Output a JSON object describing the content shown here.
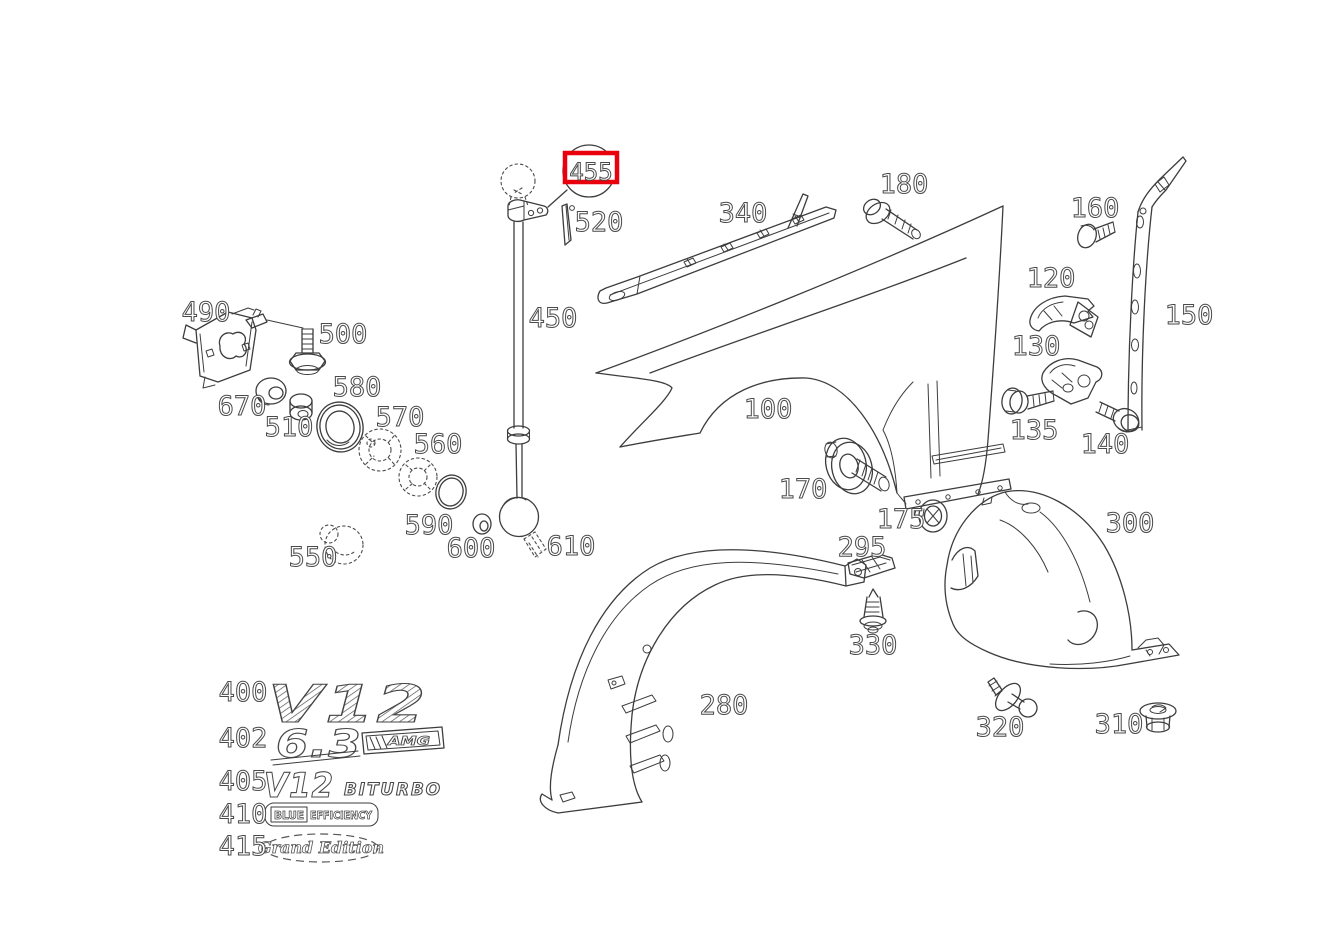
{
  "diagram": {
    "kind": "exploded-parts-diagram",
    "background_color": "#ffffff",
    "line_color": "#3d3d3d",
    "highlight_color": "#e8000d",
    "highlighted_part_label": "455"
  },
  "parts": [
    {
      "label": "455",
      "highlighted": true
    },
    {
      "label": "520"
    },
    {
      "label": "450"
    },
    {
      "label": "340"
    },
    {
      "label": "180"
    },
    {
      "label": "100"
    },
    {
      "label": "170"
    },
    {
      "label": "175"
    },
    {
      "label": "295"
    },
    {
      "label": "330"
    },
    {
      "label": "160"
    },
    {
      "label": "120"
    },
    {
      "label": "130"
    },
    {
      "label": "135"
    },
    {
      "label": "140"
    },
    {
      "label": "150"
    },
    {
      "label": "490"
    },
    {
      "label": "500"
    },
    {
      "label": "670"
    },
    {
      "label": "510"
    },
    {
      "label": "580"
    },
    {
      "label": "570"
    },
    {
      "label": "560"
    },
    {
      "label": "590"
    },
    {
      "label": "550"
    },
    {
      "label": "600"
    },
    {
      "label": "610"
    },
    {
      "label": "280"
    },
    {
      "label": "300"
    },
    {
      "label": "320"
    },
    {
      "label": "310"
    },
    {
      "label": "400"
    },
    {
      "label": "402"
    },
    {
      "label": "405"
    },
    {
      "label": "410"
    },
    {
      "label": "415"
    }
  ],
  "emblems": {
    "v12_400": "V12",
    "six_three_402": "6.3",
    "amg_402": "AMG",
    "v12_405": "V12",
    "biturbo_405": "BITURBO",
    "blue_410": "BLUE",
    "efficiency_410": "EFFICIENCY",
    "grand_edition_415": "Grand Edition"
  }
}
